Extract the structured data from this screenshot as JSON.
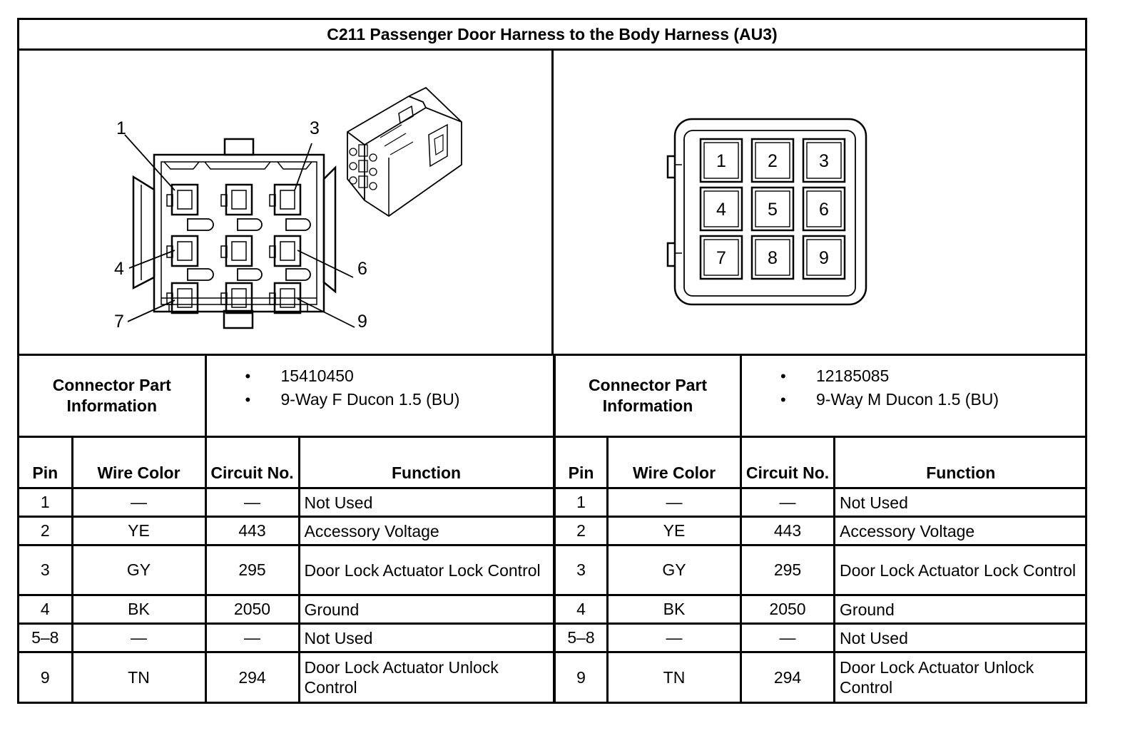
{
  "title": "C211 Passenger Door Harness to the Body Harness (AU3)",
  "left_connector": {
    "callouts": [
      "1",
      "3",
      "4",
      "6",
      "7",
      "9"
    ],
    "info_label": "Connector Part Information",
    "part_info": [
      "15410450",
      "9-Way F Ducon 1.5 (BU)"
    ]
  },
  "right_connector": {
    "pins": [
      "1",
      "2",
      "3",
      "4",
      "5",
      "6",
      "7",
      "8",
      "9"
    ],
    "info_label": "Connector Part Information",
    "part_info": [
      "12185085",
      "9-Way M Ducon 1.5 (BU)"
    ]
  },
  "columns": {
    "pin": "Pin",
    "wire_color": "Wire Color",
    "circuit_no": "Circuit No.",
    "function": "Function"
  },
  "rows": [
    {
      "pin": "1",
      "wire_color": "—",
      "circuit": "—",
      "function": "Not Used"
    },
    {
      "pin": "2",
      "wire_color": "YE",
      "circuit": "443",
      "function": "Accessory Voltage"
    },
    {
      "pin": "3",
      "wire_color": "GY",
      "circuit": "295",
      "function": "Door Lock Actuator Lock Control"
    },
    {
      "pin": "4",
      "wire_color": "BK",
      "circuit": "2050",
      "function": "Ground"
    },
    {
      "pin": "5–8",
      "wire_color": "—",
      "circuit": "—",
      "function": "Not Used"
    },
    {
      "pin": "9",
      "wire_color": "TN",
      "circuit": "294",
      "function": "Door Lock Actuator Unlock Control"
    }
  ]
}
